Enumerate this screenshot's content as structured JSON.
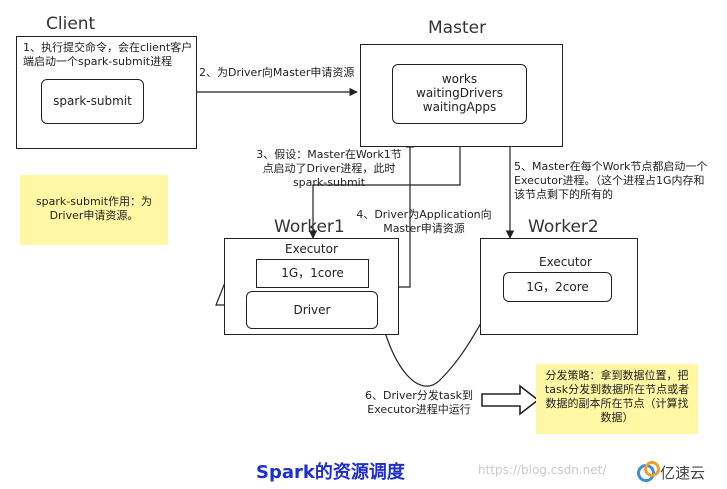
{
  "nodes": {
    "client": {
      "label": "Client",
      "desc": "1、执行提交命令，会在client客户端启动一个spark-submit进程",
      "inner": "spark-submit"
    },
    "master": {
      "label": "Master",
      "inner_lines": [
        "works",
        "waitingDrivers",
        "waitingApps"
      ]
    },
    "worker1": {
      "label": "Worker1",
      "executor_label": "Executor",
      "executor_core": "1G，1core",
      "driver": "Driver"
    },
    "worker2": {
      "label": "Worker2",
      "executor_label": "Executor",
      "executor_core": "1G，2core"
    }
  },
  "steps": {
    "step2": "2、为Driver向Master申请资源",
    "step3": "3、假设：Master在Work1节点启动了Driver进程，此时spark-submit",
    "step4": "4、Driver为Application向Master申请资源",
    "step5": "5、Master在每个Work节点都启动一个Executor进程。（这个进程占1G内存和该节点剩下的所有的",
    "step6": "6、Driver分发task到Executor进程中运行"
  },
  "notes": {
    "submit_note": "spark-submit作用：为Driver申请资源。",
    "strategy_note": "分发策略：拿到数据位置，把task分发到数据所在节点或者数据的副本所在节点（计算找数据）"
  },
  "title": "Spark的资源调度",
  "watermark": "https://blog.csdn.net/",
  "logo": "亿速云",
  "colors": {
    "title": "#1f2fd1",
    "note": "#fff7a3",
    "logo_blue": "#3b8fd9",
    "logo_orange": "#f0a030"
  }
}
